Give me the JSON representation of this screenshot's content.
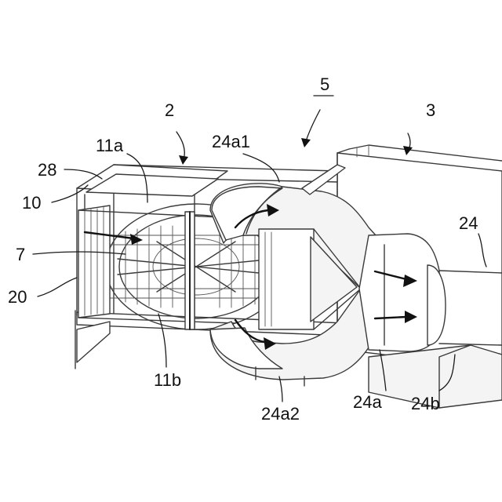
{
  "labels": {
    "l2": "2",
    "l3": "3",
    "l5": "5",
    "l7": "7",
    "l10": "10",
    "l11a": "11a",
    "l11b": "11b",
    "l20": "20",
    "l24": "24",
    "l24a": "24a",
    "l24a1": "24a1",
    "l24a2": "24a2",
    "l24b": "24b",
    "l28": "28"
  }
}
